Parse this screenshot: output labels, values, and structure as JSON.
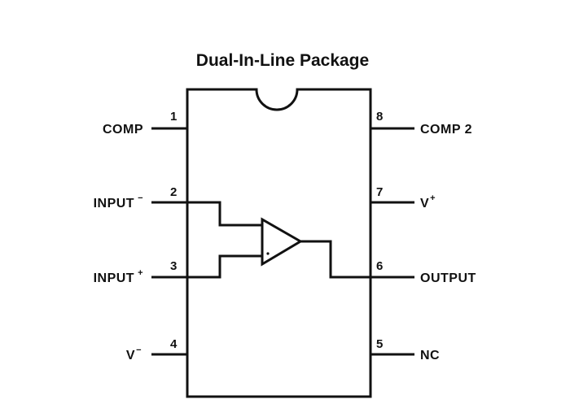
{
  "diagram": {
    "title": "Dual-In-Line Package",
    "pins": [
      {
        "number": "1",
        "label": "COMP",
        "sup": ""
      },
      {
        "number": "2",
        "label": "INPUT",
        "sup": "−"
      },
      {
        "number": "3",
        "label": "INPUT",
        "sup": "+"
      },
      {
        "number": "4",
        "label": "V",
        "sup": "−"
      },
      {
        "number": "5",
        "label": "NC",
        "sup": ""
      },
      {
        "number": "6",
        "label": "OUTPUT",
        "sup": ""
      },
      {
        "number": "7",
        "label": "V",
        "sup": "+"
      },
      {
        "number": "8",
        "label": "COMP 2",
        "sup": ""
      }
    ]
  }
}
